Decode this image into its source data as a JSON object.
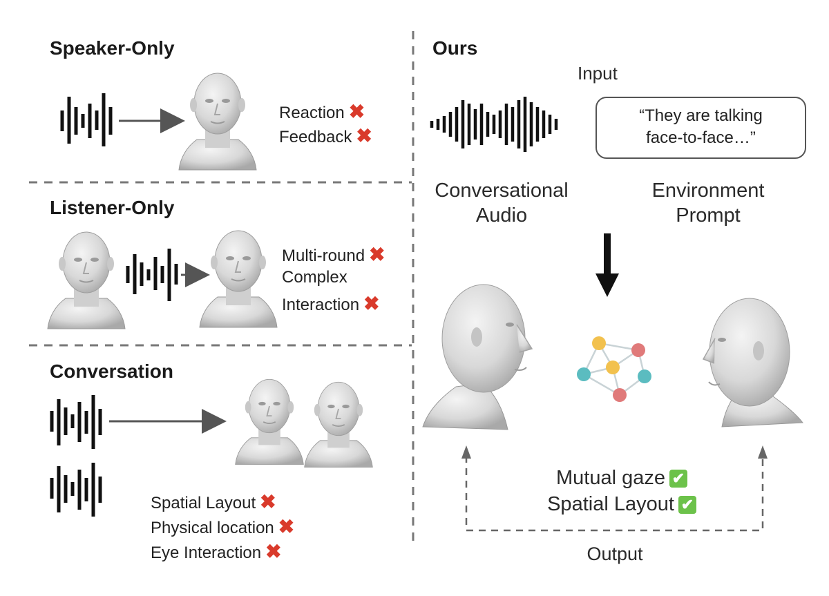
{
  "panels": {
    "speaker_only": {
      "title": "Speaker-Only",
      "limitations": [
        "Reaction",
        "Feedback"
      ]
    },
    "listener_only": {
      "title": "Listener-Only",
      "limitations": [
        "Multi-round",
        "Complex",
        "Interaction"
      ]
    },
    "conversation": {
      "title": "Conversation",
      "limitations": [
        "Spatial Layout",
        "Physical location",
        "Eye Interaction"
      ]
    },
    "ours": {
      "title": "Ours",
      "input_label": "Input",
      "prompt_text_line1": "“They are talking",
      "prompt_text_line2": "face-to-face…”",
      "audio_label_line1": "Conversational",
      "audio_label_line2": "Audio",
      "prompt_label_line1": "Environment",
      "prompt_label_line2": "Prompt",
      "achievements": [
        "Mutual gaze",
        "Spatial Layout"
      ],
      "output_label": "Output"
    }
  },
  "marks": {
    "cross": "✖",
    "check": "✔"
  },
  "colors": {
    "cross": "#d93a2b",
    "check": "#6cc24a",
    "node_yellow": "#f2c14e",
    "node_red": "#e07a7a",
    "node_teal": "#5bbcc0"
  },
  "icons": [
    "waveform-icon",
    "head-3d-icon",
    "arrow-icon",
    "graph-network-icon"
  ]
}
